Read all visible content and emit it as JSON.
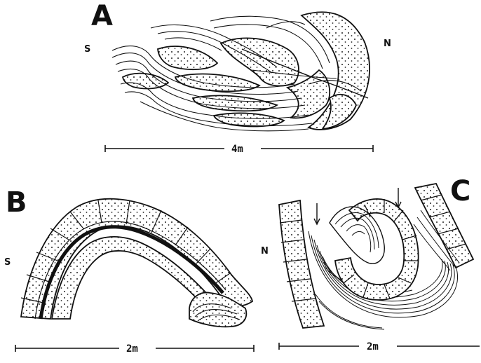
{
  "figure": {
    "panels": [
      {
        "id": "A",
        "label": "A",
        "left_dir": "S",
        "right_dir": "N",
        "scale_text": "4m"
      },
      {
        "id": "B",
        "label": "B",
        "left_dir": "S",
        "scale_text": "2m"
      },
      {
        "id": "C",
        "label": "C",
        "left_dir": "N",
        "scale_text": "2m"
      }
    ]
  },
  "colors": {
    "ink": "#111111",
    "paper": "#ffffff"
  }
}
